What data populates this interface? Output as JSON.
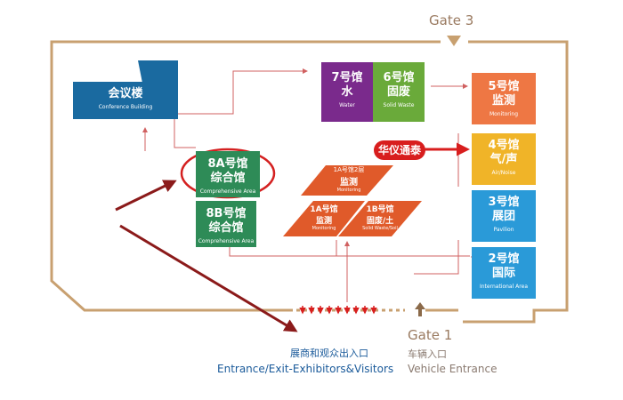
{
  "gates": {
    "gate3_label": "Gate 3",
    "gate1_label": "Gate 1"
  },
  "entrances": {
    "visitors_cn": "展商和观众出入口",
    "visitors_en": "Entrance/Exit-Exhibitors&Visitors",
    "vehicle_cn": "车辆入口",
    "vehicle_en": "Vehicle Entrance"
  },
  "halls": {
    "conference": {
      "cn": "会议楼",
      "en": "Conference Building",
      "color": "#1a6aa0"
    },
    "hall7": {
      "cn1": "7号馆",
      "cn2": "水",
      "en": "Water",
      "color": "#7a2a8c"
    },
    "hall6": {
      "cn1": "6号馆",
      "cn2": "固废",
      "en": "Solid Waste",
      "color": "#6aaa3a"
    },
    "hall5": {
      "cn1": "5号馆",
      "cn2": "监测",
      "en": "Monitoring",
      "color": "#ee7744"
    },
    "hall4": {
      "cn1": "4号馆",
      "cn2": "气/声",
      "en": "Air/Noise",
      "color": "#f0b428"
    },
    "hall3": {
      "cn1": "3号馆",
      "cn2": "展团",
      "en": "Pavilion",
      "color": "#2a9ad8"
    },
    "hall2": {
      "cn1": "2号馆",
      "cn2": "国际",
      "en": "International Area",
      "color": "#2a9ad8"
    },
    "hall8a": {
      "cn1": "8A号馆",
      "cn2": "综合馆",
      "en": "Comprehensive Area",
      "color": "#2e8b57"
    },
    "hall8b": {
      "cn1": "8B号馆",
      "cn2": "综合馆",
      "en": "Comprehensive Area",
      "color": "#2e8b57"
    },
    "hall1a2": {
      "cn1": "1A号馆2层",
      "cn2": "监测",
      "en": "Monitoring"
    },
    "hall1a": {
      "cn1": "1A号馆",
      "cn2": "监测",
      "en": "Monitoring"
    },
    "hall1b": {
      "cn1": "1B号馆",
      "cn2": "固废/土",
      "en": "Solid Waste/Soil"
    }
  },
  "sponsor_badge": "华仪通泰",
  "colors": {
    "outline": "#c8a070",
    "path_line": "#d06060",
    "big_arrow": "#8b1a1a",
    "highlight_circle": "#d42020",
    "slanted_hall": "#e05a2a",
    "gate_text": "#9a7a60",
    "entrance_text": "#1a5a9a",
    "vehicle_text": "#8a7a70"
  }
}
